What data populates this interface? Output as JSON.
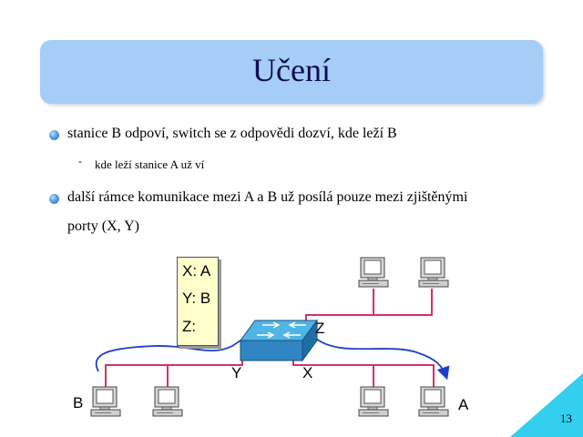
{
  "slide": {
    "title": "Učení",
    "page_number": "13"
  },
  "bullets": [
    {
      "text": "stanice B odpoví, switch se z odpovědi dozví, kde leží B"
    },
    {
      "text": "další rámce komunikace mezi A a B už posílá pouze mezi zjištěnými",
      "continuation": "porty (X, Y)"
    }
  ],
  "subbullets": [
    {
      "text": "kde leží stanice A už ví"
    }
  ],
  "mac_table": {
    "rows": [
      "X: A",
      "Y: B",
      "Z:"
    ]
  },
  "diagram": {
    "port_labels": {
      "x": "X",
      "y": "Y",
      "z": "Z"
    },
    "station_labels": {
      "a": "A",
      "b": "B"
    },
    "colors": {
      "link": "#d4306c",
      "path": "#1f3ec8",
      "switch": "#37a5dc",
      "corner": "#33cfef",
      "title_box": "#a6cdf6"
    },
    "icons": [
      "switch-icon",
      "computer-icon"
    ]
  }
}
